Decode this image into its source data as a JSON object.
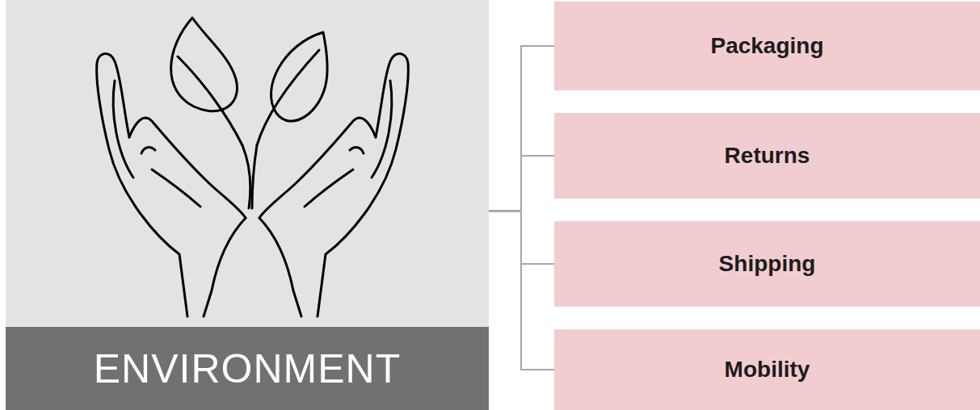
{
  "diagram": {
    "nodes": [
      {
        "text": [
          "ENVIRONMENT"
        ]
      },
      {
        "text": [
          "Packaging"
        ]
      },
      {
        "text": [
          "Returns"
        ]
      },
      {
        "text": [
          "Shipping"
        ]
      },
      {
        "text": [
          "Mobility"
        ]
      }
    ],
    "edges": [
      {
        "from": 0,
        "to": 1,
        "arrow": "none"
      },
      {
        "from": 0,
        "to": 2,
        "arrow": "none"
      },
      {
        "from": 0,
        "to": 3,
        "arrow": "none"
      },
      {
        "from": 0,
        "to": 4,
        "arrow": "none"
      }
    ]
  }
}
